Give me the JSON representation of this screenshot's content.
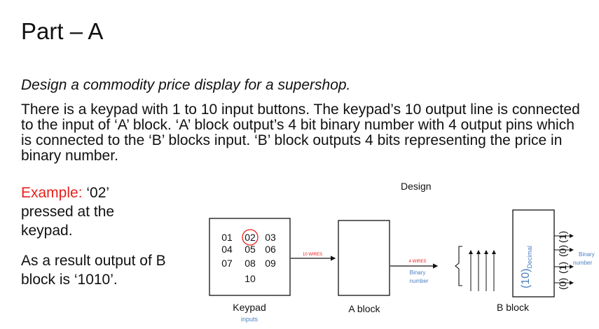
{
  "title": "Part – A",
  "subtitle": "Design a commodity price display for a supershop.",
  "paragraph": "There is a keypad with 1 to 10 input buttons. The keypad’s 10 output line is connected to the input of ‘A’ block. ‘A’ block output’s 4 bit binary number with 4 output pins which is connected to the ‘B’ blocks input. ‘B’ block outputs 4 bits representing the price in binary number.",
  "example": {
    "label": "Example:",
    "rest": " ‘02’ pressed at the keypad.",
    "result": "As a result output of B block is ‘1010’."
  },
  "diagram": {
    "design_label": "Design",
    "keypad": {
      "keys": [
        "01",
        "02",
        "03",
        "04",
        "05",
        "06",
        "07",
        "08",
        "09",
        "10"
      ],
      "highlighted_key": "02",
      "label": "Keypad",
      "sublabel": "inputs"
    },
    "wire1_label": "10 WIRES",
    "a_block_label": "A block",
    "wire2_label": "4 WIRES",
    "wire2_sublabel": "Binary number",
    "b_block": {
      "label": "B block",
      "decimal_label": "(10)",
      "decimal_subscript": "Decimal",
      "outputs": [
        "(1)",
        "(0)",
        "(1)",
        "(0)"
      ],
      "output_label": "Binary number"
    },
    "colors": {
      "accent_red": "#e8201c",
      "accent_blue": "#4a7fc1"
    }
  }
}
